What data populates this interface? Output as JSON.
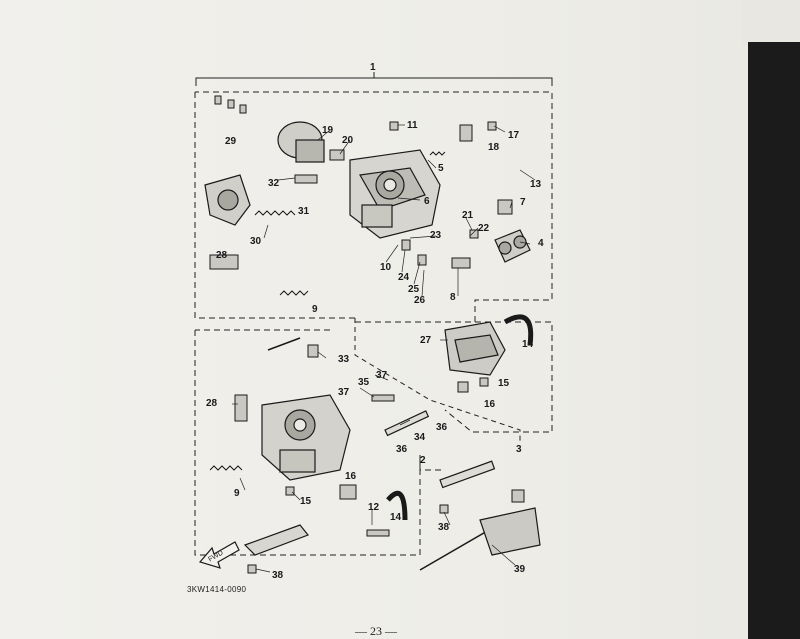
{
  "diagram": {
    "code": "3KW1414-0090",
    "page_number": "— 23 —",
    "fwd_label": "FWD",
    "callouts": [
      {
        "id": "c1",
        "label": "1"
      },
      {
        "id": "c11",
        "label": "11"
      },
      {
        "id": "c17",
        "label": "17"
      },
      {
        "id": "c18",
        "label": "18"
      },
      {
        "id": "c19",
        "label": "19"
      },
      {
        "id": "c20",
        "label": "20"
      },
      {
        "id": "c29",
        "label": "29"
      },
      {
        "id": "c32",
        "label": "32"
      },
      {
        "id": "c31",
        "label": "31"
      },
      {
        "id": "c5",
        "label": "5"
      },
      {
        "id": "c13",
        "label": "13"
      },
      {
        "id": "c6",
        "label": "6"
      },
      {
        "id": "c7",
        "label": "7"
      },
      {
        "id": "c30",
        "label": "30"
      },
      {
        "id": "c21",
        "label": "21"
      },
      {
        "id": "c22",
        "label": "22"
      },
      {
        "id": "c23",
        "label": "23"
      },
      {
        "id": "c4",
        "label": "4"
      },
      {
        "id": "c28a",
        "label": "28"
      },
      {
        "id": "c10",
        "label": "10"
      },
      {
        "id": "c24",
        "label": "24"
      },
      {
        "id": "c25",
        "label": "25"
      },
      {
        "id": "c26",
        "label": "26"
      },
      {
        "id": "c8",
        "label": "8"
      },
      {
        "id": "c9a",
        "label": "9"
      },
      {
        "id": "c27",
        "label": "27"
      },
      {
        "id": "c14a",
        "label": "14"
      },
      {
        "id": "c33",
        "label": "33"
      },
      {
        "id": "c37a",
        "label": "37"
      },
      {
        "id": "c15a",
        "label": "15"
      },
      {
        "id": "c35",
        "label": "35"
      },
      {
        "id": "c37b",
        "label": "37"
      },
      {
        "id": "c16a",
        "label": "16"
      },
      {
        "id": "c28b",
        "label": "28"
      },
      {
        "id": "c36a",
        "label": "36"
      },
      {
        "id": "c34",
        "label": "34"
      },
      {
        "id": "c3",
        "label": "3"
      },
      {
        "id": "c36b",
        "label": "36"
      },
      {
        "id": "c2",
        "label": "2"
      },
      {
        "id": "c9b",
        "label": "9"
      },
      {
        "id": "c16b",
        "label": "16"
      },
      {
        "id": "c15b",
        "label": "15"
      },
      {
        "id": "c12",
        "label": "12"
      },
      {
        "id": "c14b",
        "label": "14"
      },
      {
        "id": "c38a",
        "label": "38"
      },
      {
        "id": "c39",
        "label": "39"
      },
      {
        "id": "c38b",
        "label": "38"
      }
    ]
  }
}
